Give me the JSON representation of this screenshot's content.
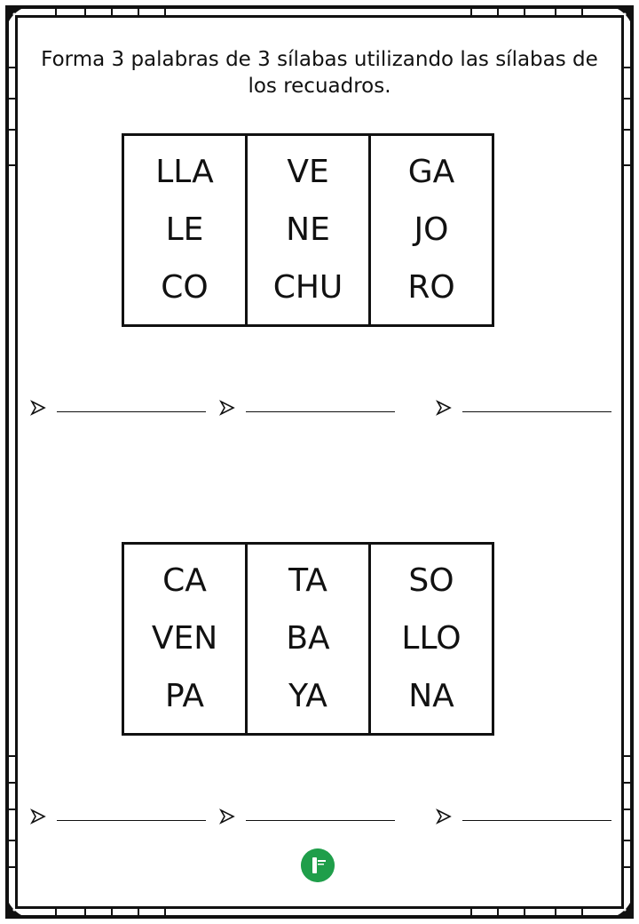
{
  "instruction": "Forma 3 palabras de 3 sílabas utilizando las sílabas de los recuadros.",
  "grid1": {
    "columns": [
      [
        "LLA",
        "LE",
        "CO"
      ],
      [
        "VE",
        "NE",
        "CHU"
      ],
      [
        "GA",
        "JO",
        "RO"
      ]
    ]
  },
  "grid2": {
    "columns": [
      [
        "CA",
        "VEN",
        "PA"
      ],
      [
        "TA",
        "BA",
        "YA"
      ],
      [
        "SO",
        "LLO",
        "NA"
      ]
    ]
  },
  "answer_lines_per_row": 3,
  "icons": [
    "arrow-bullet-icon",
    "logo-icon",
    "corner-ornament-icon"
  ],
  "colors": {
    "logo_green": "#1f9e4a",
    "ink": "#111111"
  }
}
